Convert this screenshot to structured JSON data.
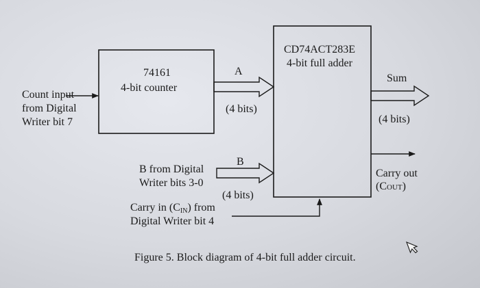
{
  "counter": {
    "part": "74161",
    "desc": "4-bit counter"
  },
  "adder": {
    "part": "CD74ACT283E",
    "desc": "4-bit full adder"
  },
  "count_input": {
    "line1": "Count input",
    "line2": "from Digital",
    "line3": "Writer bit 7"
  },
  "bus_a": {
    "label": "A",
    "width": "(4 bits)"
  },
  "bus_b": {
    "label": "B",
    "width": "(4 bits)"
  },
  "b_source": {
    "line1": "B from Digital",
    "line2": "Writer bits 3-0"
  },
  "carry_in": {
    "prefix": "Carry in (C",
    "sub": "IN",
    "suffix": ") from",
    "line2": "Digital Writer bit 4"
  },
  "sum": {
    "label": "Sum",
    "width": "(4 bits)"
  },
  "carry_out": {
    "line1": "Carry out",
    "open": "(C",
    "small": "OUT",
    "close": ")"
  },
  "caption": "Figure 5. Block diagram of 4-bit full adder circuit.",
  "cursor": {
    "icon": "mouse-pointer-icon"
  }
}
